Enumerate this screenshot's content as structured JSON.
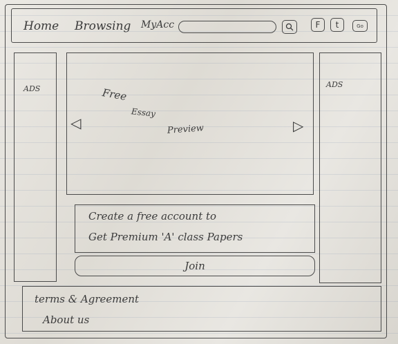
{
  "nav": {
    "home": "Home",
    "browsing": "Browsing",
    "myacc": "MyAcc",
    "search_placeholder": "",
    "icons": {
      "search": "search-icon",
      "facebook": "facebook-icon",
      "twitter": "twitter-icon",
      "mail": "mail-icon"
    },
    "facebook_glyph": "F",
    "twitter_glyph": "t",
    "mail_glyph": "Go"
  },
  "ads": {
    "left": "ADS",
    "right": "ADS"
  },
  "preview": {
    "line1": "Free",
    "line2": "Essay",
    "line3": "Preview",
    "prev_arrow": "◁",
    "next_arrow": "▷"
  },
  "promo": {
    "line1": "Create a free account to",
    "line2": "Get Premium 'A' class Papers"
  },
  "join": {
    "label": "Join"
  },
  "footer": {
    "terms": "terms & Agreement",
    "about": "About us"
  }
}
